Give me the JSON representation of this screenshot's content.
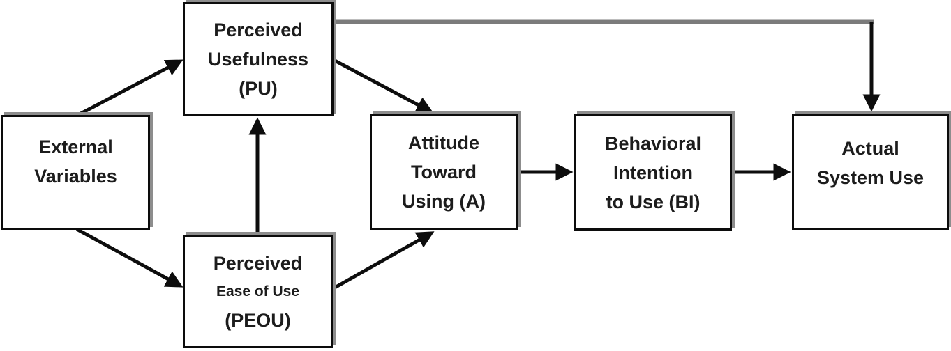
{
  "nodes": {
    "external_variables": {
      "lines": [
        "External",
        "Variables"
      ]
    },
    "perceived_usefulness": {
      "lines": [
        "Perceived",
        "Usefulness",
        "(PU)"
      ]
    },
    "perceived_ease_of_use": {
      "lines": [
        "Perceived",
        "Ease of Use",
        "(PEOU)"
      ]
    },
    "attitude_toward_using": {
      "lines": [
        "Attitude",
        "Toward",
        "Using (A)"
      ]
    },
    "behavioral_intention": {
      "lines": [
        "Behavioral",
        "Intention",
        "to Use (BI)"
      ]
    },
    "actual_system_use": {
      "lines": [
        "Actual",
        "System Use"
      ]
    }
  },
  "edges": [
    {
      "from": "external-variables",
      "to": "perceived-usefulness",
      "style": "black-arrow"
    },
    {
      "from": "external-variables",
      "to": "perceived-ease-of-use",
      "style": "black-arrow"
    },
    {
      "from": "perceived-ease-of-use",
      "to": "perceived-usefulness",
      "style": "black-arrow"
    },
    {
      "from": "perceived-usefulness",
      "to": "attitude-toward-using",
      "style": "black-arrow"
    },
    {
      "from": "perceived-ease-of-use",
      "to": "attitude-toward-using",
      "style": "black-arrow"
    },
    {
      "from": "attitude-toward-using",
      "to": "behavioral-intention",
      "style": "black-arrow"
    },
    {
      "from": "behavioral-intention",
      "to": "actual-system-use",
      "style": "black-arrow"
    },
    {
      "from": "perceived-usefulness",
      "to": "actual-system-use",
      "style": "gray-elbow-arrow"
    }
  ],
  "colors": {
    "arrow_black": "#0d0d0d",
    "arrow_gray": "#7b7b7b",
    "box_border": "#0c0c0c",
    "box_shadow": "#8d8d8d",
    "text": "#1c1c1c",
    "background": "#ffffff"
  }
}
